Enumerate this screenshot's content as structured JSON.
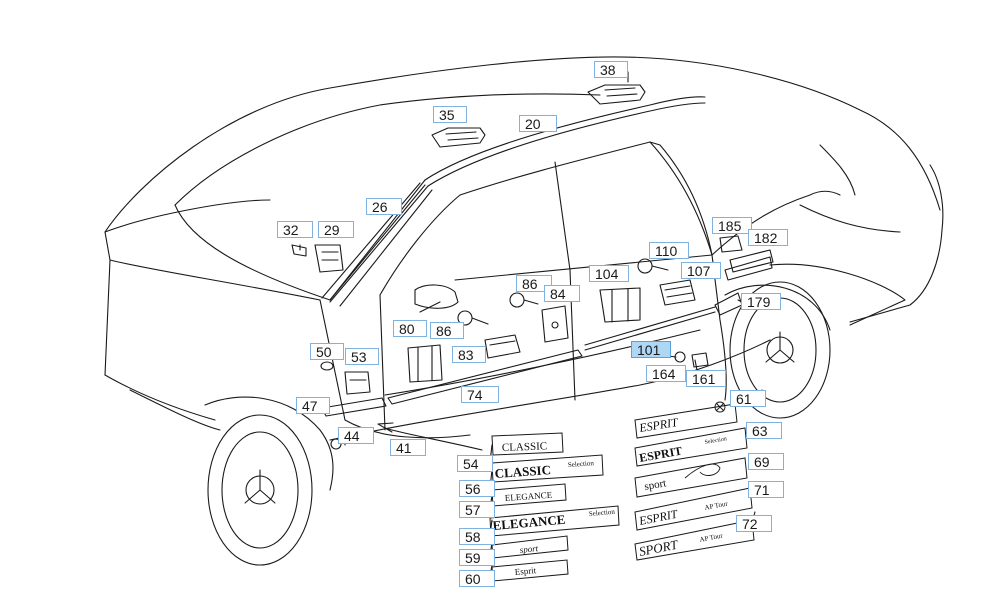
{
  "diagram": {
    "selected_part": "101",
    "colors": {
      "callout_border": "#7fb2e0",
      "callout_selected_bg": "#aed6f5",
      "line": "#1a1a1a"
    }
  },
  "parts": [
    {
      "id": "38"
    },
    {
      "id": "35"
    },
    {
      "id": "20"
    },
    {
      "id": "26"
    },
    {
      "id": "32"
    },
    {
      "id": "29"
    },
    {
      "id": "185"
    },
    {
      "id": "182"
    },
    {
      "id": "110"
    },
    {
      "id": "107"
    },
    {
      "id": "86a",
      "label": "86"
    },
    {
      "id": "84"
    },
    {
      "id": "104"
    },
    {
      "id": "179"
    },
    {
      "id": "80"
    },
    {
      "id": "86b",
      "label": "86"
    },
    {
      "id": "50"
    },
    {
      "id": "53"
    },
    {
      "id": "83"
    },
    {
      "id": "101"
    },
    {
      "id": "164"
    },
    {
      "id": "161"
    },
    {
      "id": "74"
    },
    {
      "id": "47"
    },
    {
      "id": "44"
    },
    {
      "id": "41"
    },
    {
      "id": "61"
    },
    {
      "id": "63"
    },
    {
      "id": "54"
    },
    {
      "id": "69"
    },
    {
      "id": "56"
    },
    {
      "id": "71"
    },
    {
      "id": "57"
    },
    {
      "id": "58"
    },
    {
      "id": "72"
    },
    {
      "id": "59"
    },
    {
      "id": "60"
    }
  ],
  "labels": {
    "38": "38",
    "35": "35",
    "20": "20",
    "26": "26",
    "32": "32",
    "29": "29",
    "185": "185",
    "182": "182",
    "110": "110",
    "107": "107",
    "86a": "86",
    "84": "84",
    "104": "104",
    "179": "179",
    "80": "80",
    "86b": "86",
    "50": "50",
    "53": "53",
    "83": "83",
    "101": "101",
    "164": "164",
    "161": "161",
    "74": "74",
    "47": "47",
    "44": "44",
    "41": "41",
    "61": "61",
    "63": "63",
    "54": "54",
    "69": "69",
    "56": "56",
    "71": "71",
    "57": "57",
    "58": "58",
    "72": "72",
    "59": "59",
    "60": "60"
  },
  "emblems": {
    "classic": "CLASSIC",
    "classic_selection": "CLASSIC",
    "classic_selection_small": "Selection",
    "elegance": "ELEGANCE",
    "elegance_selection": "ELEGANCE",
    "elegance_selection_small": "Selection",
    "sport": "sport",
    "esprit": "Esprit",
    "esprit_61": "ESPRIT",
    "esprit_selection": "ESPRIT",
    "esprit_selection_small": "Selection",
    "sport_69": "sport",
    "esprit_ap": "ESPRIT",
    "esprit_ap_small": "AP Tour",
    "sport_ap": "SPORT",
    "sport_ap_small": "AP Tour"
  }
}
